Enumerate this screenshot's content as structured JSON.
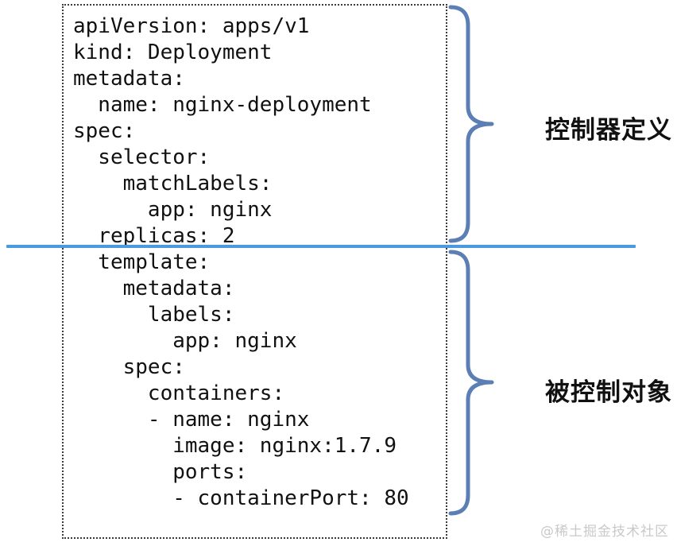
{
  "code_block": {
    "language": "yaml",
    "lines": [
      "apiVersion: apps/v1",
      "kind: Deployment",
      "metadata:",
      "  name: nginx-deployment",
      "spec:",
      "  selector:",
      "    matchLabels:",
      "      app: nginx",
      "  replicas: 2",
      "  template:",
      "    metadata:",
      "      labels:",
      "        app: nginx",
      "    spec:",
      "      containers:",
      "      - name: nginx",
      "        image: nginx:1.7.9",
      "        ports:",
      "        - containerPort: 80"
    ]
  },
  "annotations": {
    "controller_section_label": "控制器定义",
    "controlled_section_label": "被控制对象"
  },
  "watermark": {
    "text": "@稀土掘金技术社区"
  },
  "colors": {
    "divider_blue": "#4a9ae0",
    "brace_blue": "#5b7fb5",
    "code_text": "#111111",
    "frame_border": "#3b3b3b",
    "watermark_gray": "#c9c9c9"
  }
}
